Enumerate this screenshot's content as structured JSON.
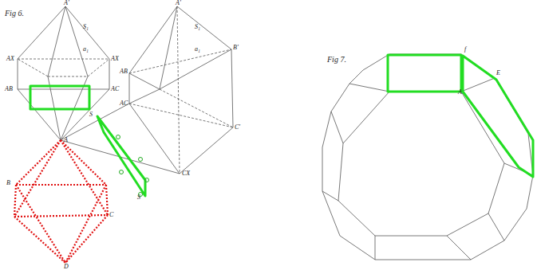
{
  "diagram": {
    "labels": [
      "Fig 6.",
      "A'",
      "S₁",
      "a₁",
      "AX",
      "AX",
      "AB",
      "AC",
      "A'",
      "S₁",
      "a₁",
      "AB",
      "B'",
      "AC",
      "C'",
      "CX",
      "S",
      "S",
      "A",
      "B",
      "C",
      "D",
      "Fig 7.",
      "f",
      "E",
      "A"
    ]
  }
}
